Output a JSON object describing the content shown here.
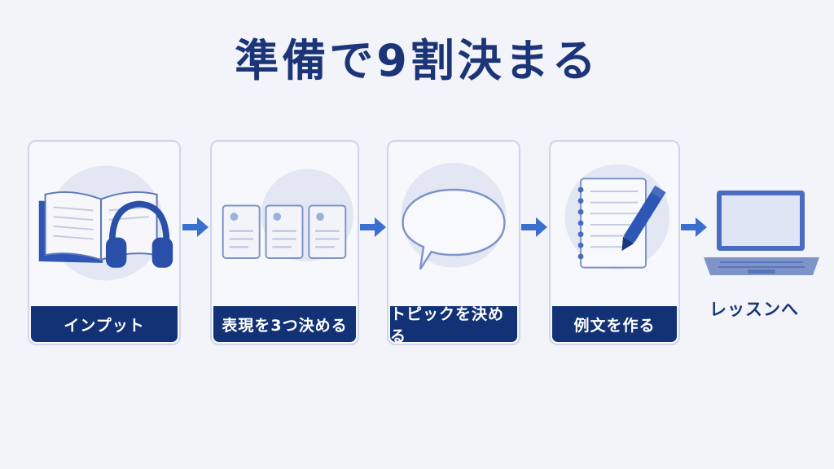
{
  "title": "準備で9割決まる",
  "steps": [
    {
      "label": "インプット",
      "icon": "book-and-headphones-icon"
    },
    {
      "label": "表現を3つ決める",
      "icon": "three-cards-icon"
    },
    {
      "label": "トピックを決める",
      "icon": "speech-bubble-icon"
    },
    {
      "label": "例文を作る",
      "icon": "notepad-pen-icon"
    }
  ],
  "final": {
    "label": "レッスンへ",
    "icon": "laptop-icon"
  },
  "colors": {
    "navy": "#123275",
    "accent": "#3a6fd0",
    "background": "#f3f4f9"
  }
}
